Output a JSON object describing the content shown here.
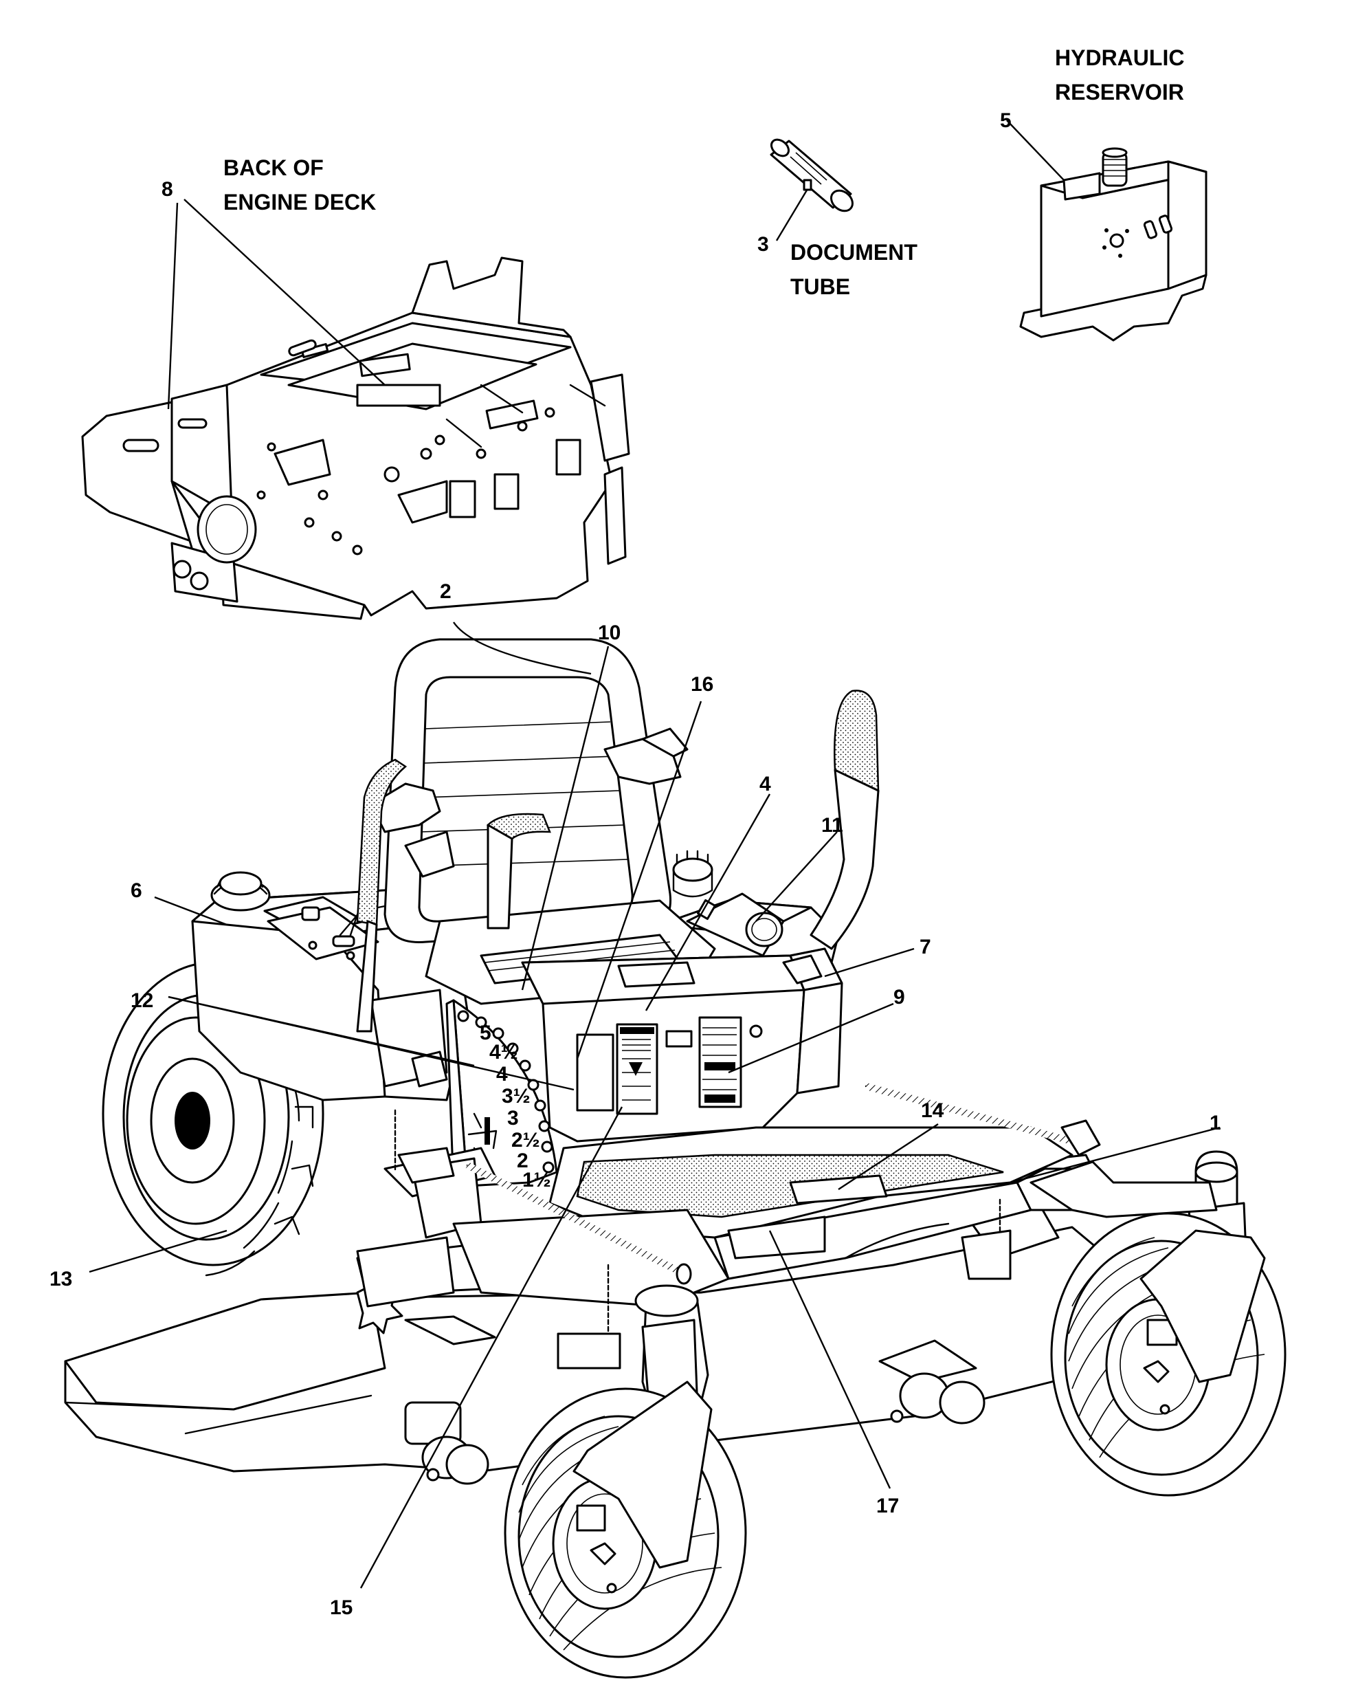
{
  "captions": {
    "hydraulic_reservoir": [
      "HYDRAULIC",
      "RESERVOIR"
    ],
    "back_of_engine_deck": [
      "BACK OF",
      "ENGINE DECK"
    ],
    "document_tube": [
      "DOCUMENT",
      "TUBE"
    ]
  },
  "callouts": [
    {
      "id": "1",
      "label": "1"
    },
    {
      "id": "2",
      "label": "2"
    },
    {
      "id": "3",
      "label": "3"
    },
    {
      "id": "4",
      "label": "4"
    },
    {
      "id": "5",
      "label": "5"
    },
    {
      "id": "6",
      "label": "6"
    },
    {
      "id": "7",
      "label": "7"
    },
    {
      "id": "8",
      "label": "8"
    },
    {
      "id": "9",
      "label": "9"
    },
    {
      "id": "10",
      "label": "10"
    },
    {
      "id": "11",
      "label": "11"
    },
    {
      "id": "12",
      "label": "12"
    },
    {
      "id": "13",
      "label": "13"
    },
    {
      "id": "14",
      "label": "14"
    },
    {
      "id": "15",
      "label": "15"
    },
    {
      "id": "16",
      "label": "16"
    },
    {
      "id": "17",
      "label": "17"
    }
  ],
  "height_scale": [
    "1½",
    "2",
    "2½",
    "3",
    "3½",
    "4",
    "4½",
    "5"
  ]
}
